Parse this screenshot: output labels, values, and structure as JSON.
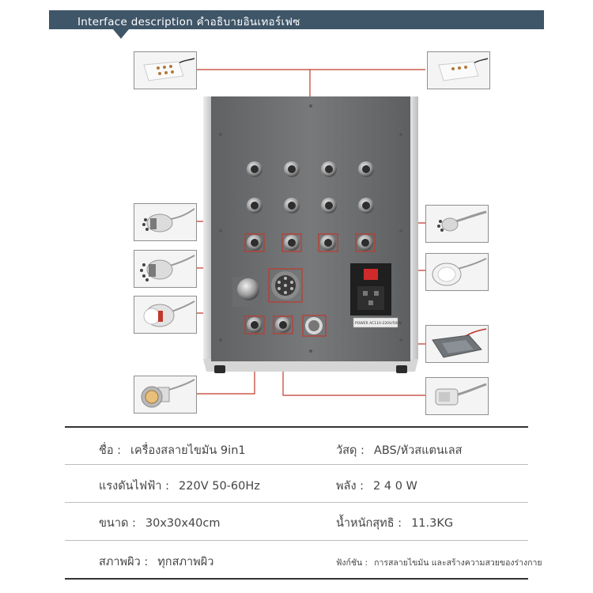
{
  "header": {
    "title": "Interface description คำอธิบายอินเทอร์เฟซ"
  },
  "device": {
    "panel_label": "POWER AC110-220V/50Hz"
  },
  "specs": [
    {
      "label": "ชื่อ :",
      "value": "เครื่องสลายไขมัน 9in1"
    },
    {
      "label": "วัสดุ :",
      "value": "ABS/หัวสแตนเลส"
    },
    {
      "label": "แรงดันไฟฟ้า :",
      "value": "220V 50-60Hz"
    },
    {
      "label": "พลัง :",
      "value": "2 4 0 W"
    },
    {
      "label": "ขนาด :",
      "value": "30x30x40cm"
    },
    {
      "label": "น้ำหนักสุทธิ :",
      "value": "11.3KG"
    },
    {
      "label": "สภาพผิว :",
      "value": "ทุกสภาพผิว"
    },
    {
      "label": "ฟังก์ชัน :",
      "value": "การสลายไขมัน และสร้างความสวยของร่างกาย"
    }
  ],
  "colors": {
    "header_bg": "#3f5568",
    "callout_line": "#c0392b",
    "machine_body": "#707274"
  }
}
